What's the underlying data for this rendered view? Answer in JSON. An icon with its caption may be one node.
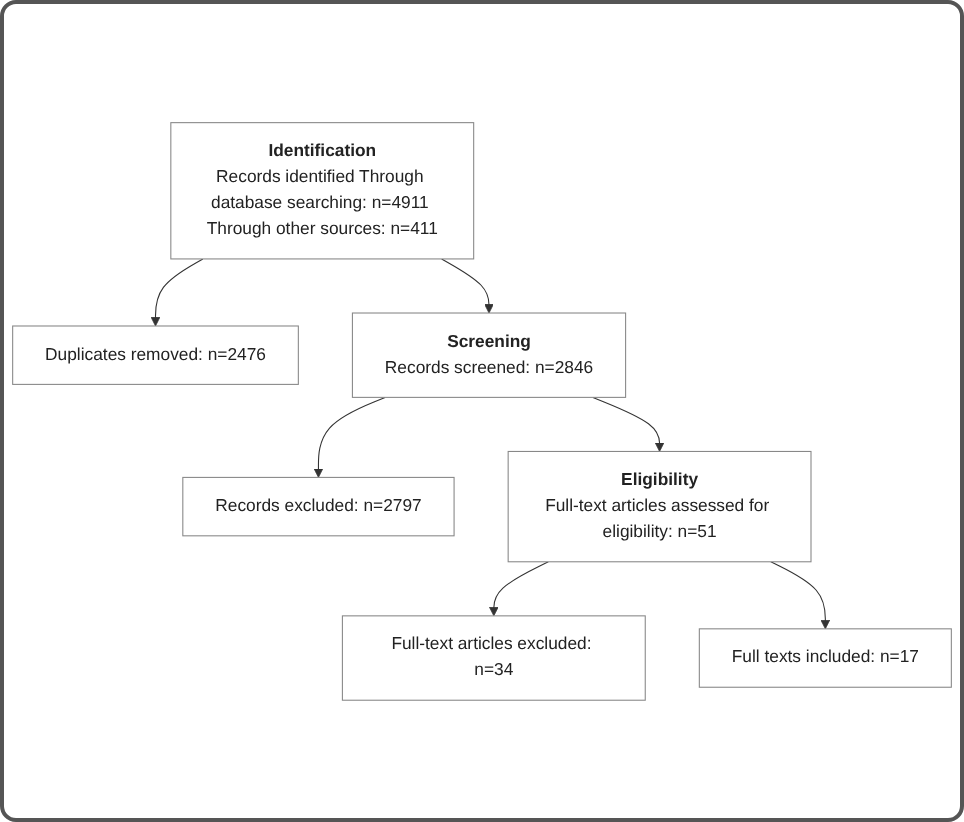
{
  "diagram": {
    "nodes": [
      {
        "text": [
          "Identification",
          "Records identified Through database searching: n=4911 Through other sources: n=411"
        ]
      },
      {
        "text": [
          "Duplicates removed: n=2476"
        ]
      },
      {
        "text": [
          "Screening",
          "Records screened: n=2846"
        ]
      },
      {
        "text": [
          "Records excluded: n=2797"
        ]
      },
      {
        "text": [
          "Eligibility",
          "Full-text articles assessed for eligibility: n=51"
        ]
      },
      {
        "text": [
          "Full-text articles excluded: n=34"
        ]
      },
      {
        "text": [
          "Full texts included: n=17"
        ]
      }
    ],
    "edges": [
      {
        "from": 0,
        "to": 1,
        "arrow": "to"
      },
      {
        "from": 0,
        "to": 2,
        "arrow": "to"
      },
      {
        "from": 2,
        "to": 3,
        "arrow": "to"
      },
      {
        "from": 2,
        "to": 4,
        "arrow": "to"
      },
      {
        "from": 4,
        "to": 5,
        "arrow": "to"
      },
      {
        "from": 4,
        "to": 6,
        "arrow": "to"
      }
    ]
  }
}
